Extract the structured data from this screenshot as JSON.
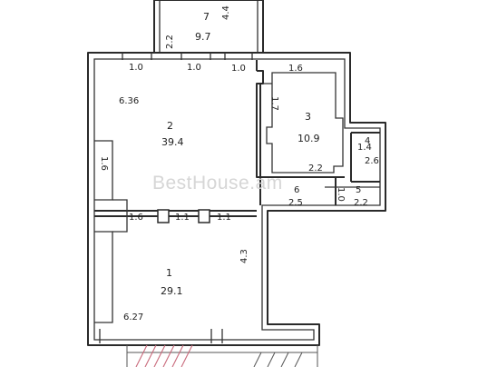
{
  "watermark": "BestHouse.am",
  "rooms": [
    {
      "number": "1",
      "area": "29.1"
    },
    {
      "number": "2",
      "area": "39.4"
    },
    {
      "number": "3",
      "area": "10.9"
    },
    {
      "number": "4",
      "area": "2.6"
    },
    {
      "number": "5",
      "area": "2.2"
    },
    {
      "number": "6",
      "area": "2.5"
    },
    {
      "number": "7",
      "area": "9.7"
    }
  ],
  "dimensions": {
    "top_room7_width": "4.4",
    "room7_side": "2.2",
    "window_a": "1.0",
    "window_b": "1.0",
    "window_c": "1.0",
    "room3_top": "1.6",
    "room2_height": "6.36",
    "room3_side": "1.7",
    "room2_left": "1.6",
    "room4_width": "1.4",
    "room3_bottom": "2.2",
    "room5_width": "1.0",
    "partition_a": "1.6",
    "partition_b": "1.1",
    "partition_c": "1.1",
    "room1_side": "4.3",
    "room1_width": "6.27"
  }
}
